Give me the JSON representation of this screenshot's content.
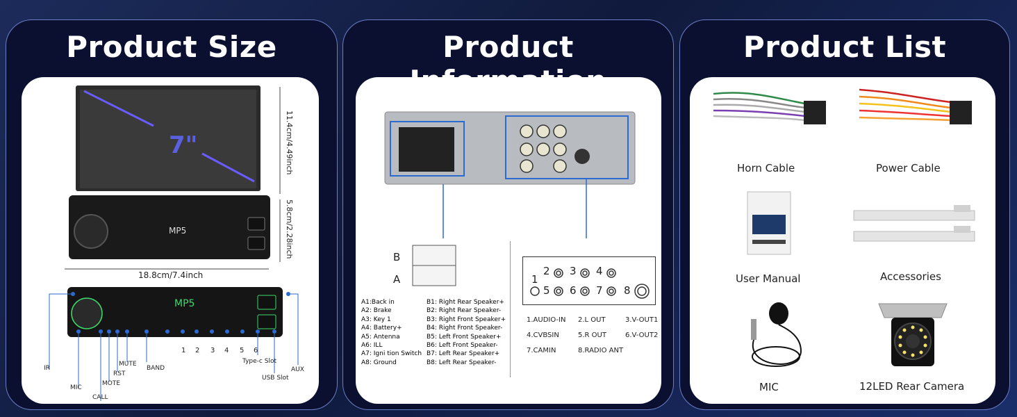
{
  "panels": {
    "size": {
      "title": "Product Size",
      "screen_size": "7\"",
      "height_label": "11.4cm/4.49inch",
      "depth_label": "5.8cm/2.28inch",
      "width_label": "18.8cm/7.4inch",
      "display_text": "MP5",
      "buttons": {
        "band": "BAND",
        "mute": "MUTE",
        "mote": "MOTE",
        "call": "CALL",
        "mic": "MIC",
        "aux": "AUX"
      },
      "numbers": [
        "1",
        "2",
        "3",
        "4",
        "5",
        "6"
      ],
      "callouts": {
        "ir": "IR",
        "mic": "MIC",
        "call": "CALL",
        "mote": "MOTE",
        "rst": "RST",
        "mute": "MUTE",
        "band": "BAND",
        "typec": "Type-c Slot",
        "usb": "USB Slot",
        "aux": "AUX"
      }
    },
    "info": {
      "title": "Product Information",
      "connector_b": "B",
      "connector_a": "A",
      "pins_a": [
        "A1:Back   in",
        "A2: Brake",
        "A3: Key 1",
        "A4: Battery+",
        "A5: Antenna",
        "A6: ILL",
        "A7:  Igni tion Switch",
        "A8: Ground"
      ],
      "pins_b": [
        "B1: Right Rear Speaker+",
        "B2: Right Rear Speaker-",
        "B3: Right Front Speaker+",
        "B4: Right Front Speaker-",
        "B5: Left Front Speaker+",
        "B6: Left Front Speaker-",
        "B7: Left Rear Speaker+",
        "B8: Left Rear Speaker-"
      ],
      "port_numbers": [
        "1",
        "2",
        "3",
        "4",
        "5",
        "6",
        "7",
        "8"
      ],
      "ports": [
        "1.AUDIO-IN",
        "2.L OUT",
        "3.V-OUT1",
        "4.CVBSIN",
        "5.R OUT",
        "6.V-OUT2",
        "7.CAMIN",
        "8.RADIO ANT"
      ]
    },
    "list": {
      "title": "Product List",
      "items": [
        "Horn Cable",
        "Power Cable",
        "User Manual",
        "Accessories",
        "MIC",
        "12LED Rear Camera"
      ]
    }
  },
  "colors": {
    "background": "#14214a",
    "panel": "#0b1030",
    "card": "#ffffff",
    "callout_blue": "#2a6ad1",
    "display_green": "#3ddc6a"
  }
}
